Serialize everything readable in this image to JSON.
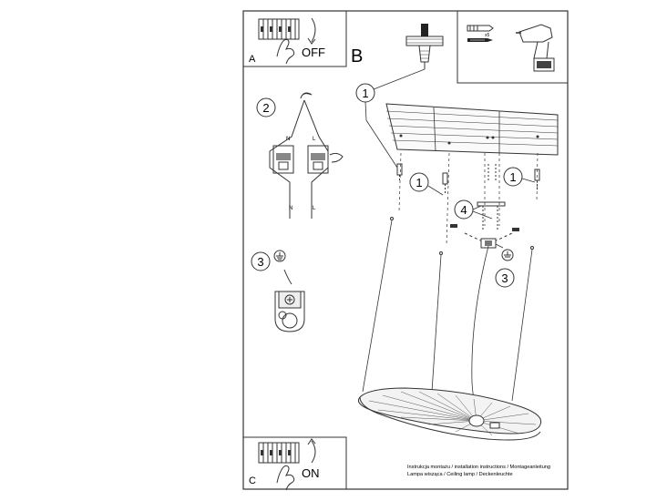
{
  "panels": {
    "a": {
      "letter": "A",
      "state": "OFF"
    },
    "b": {
      "letter": "B"
    },
    "c": {
      "letter": "C",
      "state": "ON"
    }
  },
  "tools": {
    "screw_count": "x5"
  },
  "wiring": {
    "n_top": "N",
    "l_top": "L",
    "n_bottom": "N",
    "l_bottom": "L"
  },
  "steps": {
    "s1": "1",
    "s2": "2",
    "s3": "3",
    "s4": "4"
  },
  "footer": {
    "line1": "Instrukcja montażu / installation instructions / Montageanleitung",
    "line2": "Lampa wisząca / Ceiling lamp / Deckenleuchte"
  }
}
